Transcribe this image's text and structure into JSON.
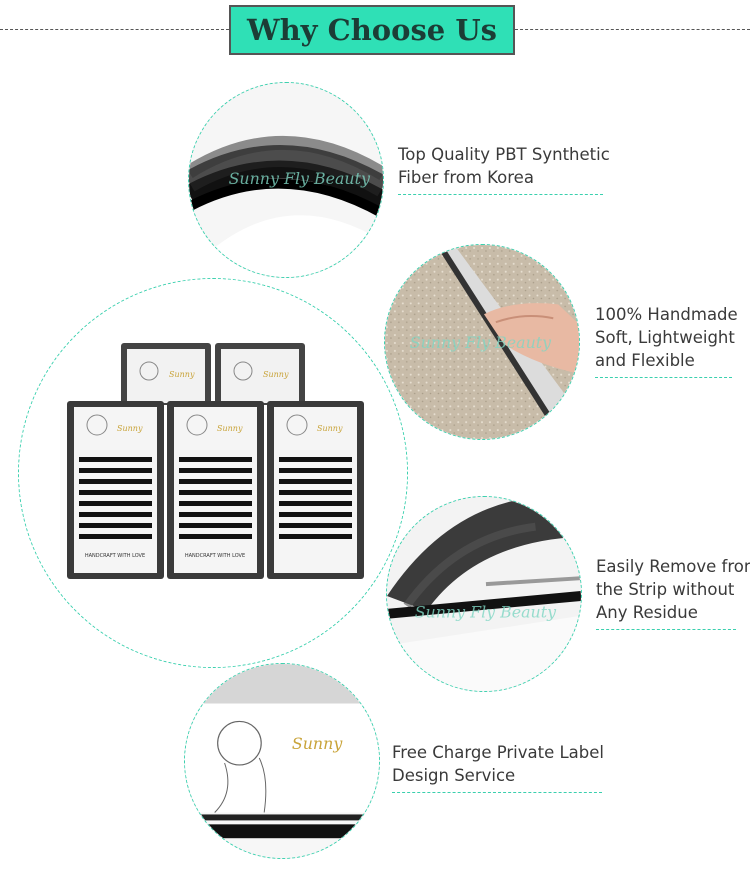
{
  "header": {
    "title": "Why Choose Us"
  },
  "watermark": "Sunny Fly Beauty",
  "product": {
    "brand": "Sunny",
    "tray_caption": "HANDCRAFT WITH LOVE"
  },
  "features": [
    {
      "lines": [
        "Top Quality PBT Synthetic",
        "Fiber from Korea"
      ]
    },
    {
      "lines": [
        "100% Handmade",
        "Soft, Lightweight",
        "and Flexible"
      ]
    },
    {
      "lines": [
        "Easily Remove from",
        "the Strip without",
        "Any Residue"
      ]
    },
    {
      "lines": [
        "Free Charge Private Label",
        "Design Service"
      ]
    }
  ],
  "colors": {
    "accent": "#2fe0b6",
    "dashed": "#3ad0ae",
    "title_text": "#1c3d36"
  }
}
